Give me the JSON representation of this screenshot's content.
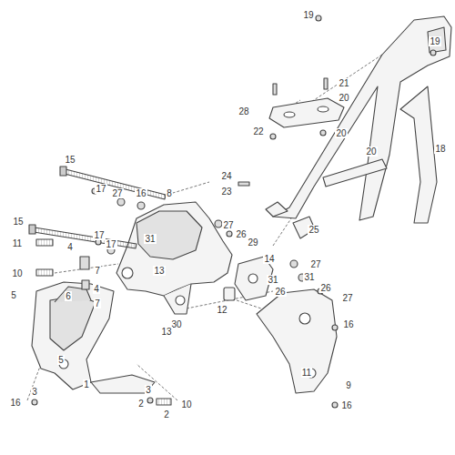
{
  "diagram": {
    "labels": [
      "19",
      "19",
      "21",
      "20",
      "28",
      "22",
      "20",
      "20",
      "18",
      "24",
      "23",
      "25",
      "15",
      "17",
      "27",
      "16",
      "8",
      "15",
      "17",
      "31",
      "17",
      "11",
      "4",
      "27",
      "26",
      "29",
      "10",
      "7",
      "13",
      "14",
      "31",
      "26",
      "27",
      "5",
      "4",
      "6",
      "12",
      "7",
      "30",
      "31",
      "26",
      "27",
      "13",
      "16",
      "5",
      "1",
      "9",
      "16",
      "3",
      "2",
      "3",
      "2",
      "10",
      "11",
      "16"
    ]
  }
}
